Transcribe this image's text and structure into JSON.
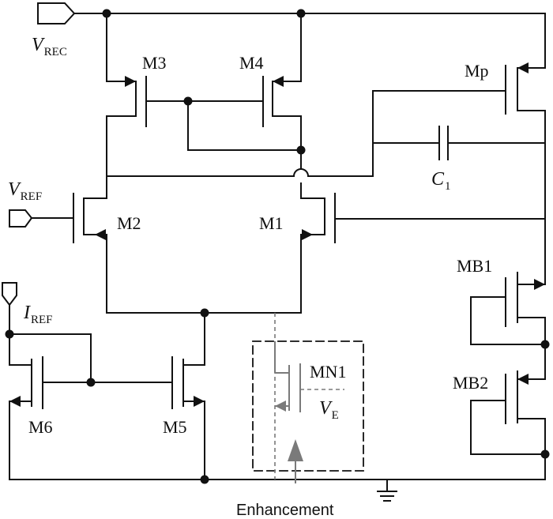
{
  "diagram": {
    "pins": {
      "vrec": {
        "main": "V",
        "sub": "REC"
      },
      "vref": {
        "main": "V",
        "sub": "REF"
      },
      "iref": {
        "main": "I",
        "sub": "REF"
      }
    },
    "transistors": {
      "m1": "M1",
      "m2": "M2",
      "m3": "M3",
      "m4": "M4",
      "m5": "M5",
      "m6": "M6",
      "mp": "Mp",
      "mb1": "MB1",
      "mb2": "MB2",
      "mn1": "MN1"
    },
    "capacitor": {
      "main": "C",
      "sub": "1"
    },
    "enhancement_block": {
      "label": "Enhancement",
      "ve": {
        "main": "V",
        "sub": "E"
      }
    }
  }
}
